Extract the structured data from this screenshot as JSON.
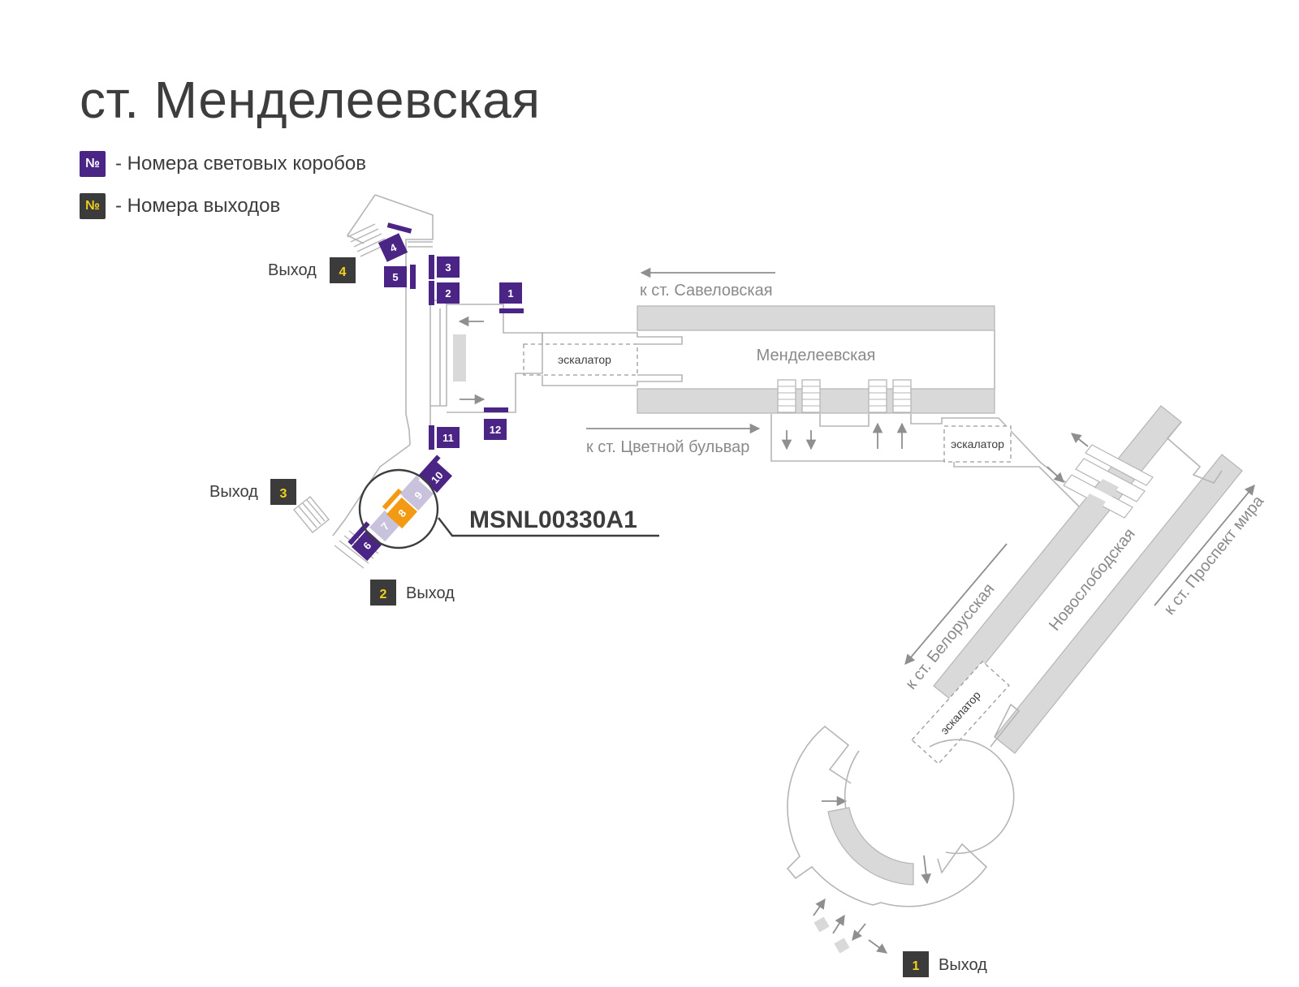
{
  "title": "ст. Менделеевская",
  "legend": {
    "symbol": "№",
    "lightboxes": "- Номера световых коробов",
    "exits": "- Номера выходов"
  },
  "colors": {
    "lightbox": "#4b2585",
    "lightbox_faded": "#c9c2dc",
    "highlight": "#f39a14",
    "exit_box": "#3b3b3b",
    "exit_number": "#f3d21c",
    "platform": "#d9d9d9",
    "outline": "#b5b5b5"
  },
  "exits": [
    {
      "number": "1",
      "label": "Выход"
    },
    {
      "number": "2",
      "label": "Выход"
    },
    {
      "number": "3",
      "label": "Выход"
    },
    {
      "number": "4",
      "label": "Выход"
    }
  ],
  "lightboxes": [
    "1",
    "2",
    "3",
    "4",
    "5",
    "6",
    "7",
    "8",
    "9",
    "10",
    "11",
    "12"
  ],
  "highlighted_lightbox": "8",
  "faded_lightboxes": [
    "7",
    "9"
  ],
  "placement_code": "MSNL00330A1",
  "stations": {
    "mendeleevskaya": "Менделеевская",
    "novoslobodskaya": "Новослободская"
  },
  "directions": {
    "savelovskaya": "к ст. Савеловская",
    "tsvetnoy": "к ст. Цветной бульвар",
    "belorusskaya": "к ст. Белорусская",
    "prospekt_mira": "к ст. Проспект мира"
  },
  "escalator": "эскалатор"
}
